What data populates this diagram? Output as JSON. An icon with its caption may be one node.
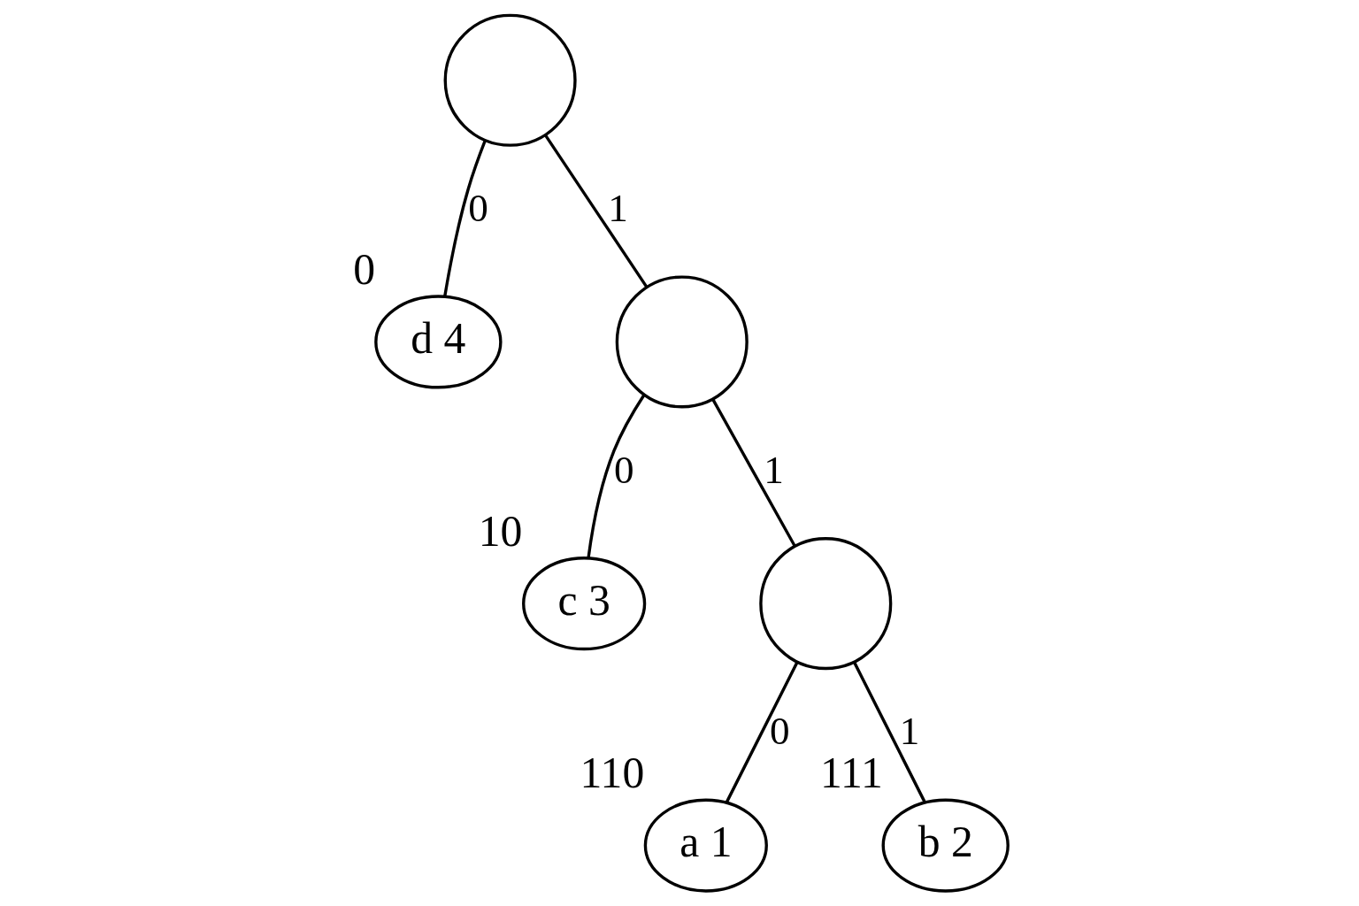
{
  "diagram": {
    "nodes": [
      {
        "text": [],
        "shape": "circle"
      },
      {
        "text": [
          "d 4"
        ],
        "beside": [
          "0"
        ]
      },
      {
        "text": [],
        "shape": "circle"
      },
      {
        "text": [
          "c 3"
        ],
        "beside": [
          "10"
        ]
      },
      {
        "text": [],
        "shape": "circle"
      },
      {
        "text": [
          "a 1"
        ],
        "beside": [
          "110"
        ]
      },
      {
        "text": [
          "b 2"
        ],
        "beside": [
          "111"
        ]
      }
    ],
    "edges": [
      {
        "from": 0,
        "to": 1,
        "arrow": "none",
        "label": "0"
      },
      {
        "from": 0,
        "to": 2,
        "arrow": "none",
        "label": "1"
      },
      {
        "from": 2,
        "to": 3,
        "arrow": "none",
        "label": "0"
      },
      {
        "from": 2,
        "to": 4,
        "arrow": "none",
        "label": "1"
      },
      {
        "from": 4,
        "to": 5,
        "arrow": "none",
        "label": "0"
      },
      {
        "from": 4,
        "to": 6,
        "arrow": "none",
        "label": "1"
      }
    ]
  }
}
